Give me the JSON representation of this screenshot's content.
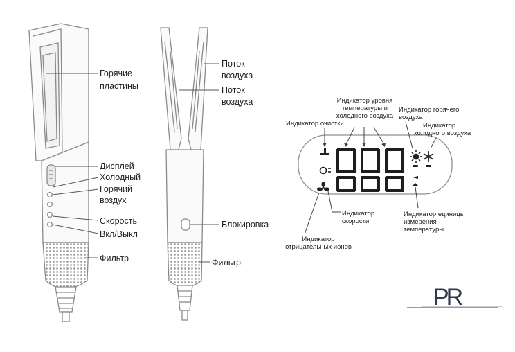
{
  "left_device": {
    "labels": {
      "hot_plates_1": "Горячие",
      "hot_plates_2": "пластины",
      "display": "Дисплей",
      "cold": "Холодный",
      "hot_air_1": "Горячий",
      "hot_air_2": "воздух",
      "speed": "Скорость",
      "power": "Вкл/Выкл",
      "filter": "Фильтр"
    }
  },
  "right_device": {
    "labels": {
      "airflow_a_1": "Поток",
      "airflow_a_2": "воздуха",
      "airflow_b_1": "Поток",
      "airflow_b_2": "воздуха",
      "lock": "Блокировка",
      "filter": "Фильтр"
    }
  },
  "display_panel": {
    "labels": {
      "level_1": "Индикатор уровня",
      "level_2": "температуры и",
      "level_3": "холодного воздуха",
      "cleaning": "Индикатор очистки",
      "hot_1": "Индикатор горячего",
      "hot_2": "воздуха",
      "cold_1": "Индикатор",
      "cold_2": "холодного воздуха",
      "speed_1": "Индикатор",
      "speed_2": "скорости",
      "unit_1": "Индикатор единицы",
      "unit_2": "измерения",
      "unit_3": "температуры",
      "ion_1": "Индикатор",
      "ion_2": "отрицательных ионов"
    }
  },
  "logo": {
    "text": "PR"
  },
  "colors": {
    "line": "#555555",
    "outline": "#8a8a8a",
    "logo": "#2e3a4e"
  }
}
